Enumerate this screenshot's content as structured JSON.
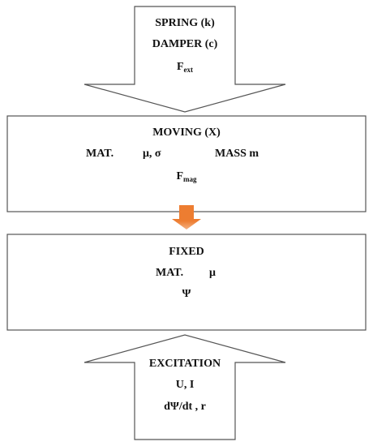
{
  "top_arrow": {
    "line1": "SPRING (k)",
    "line2": "DAMPER (c)",
    "line3_main": "F",
    "line3_sub": "ext"
  },
  "moving_box": {
    "title": "MOVING (X)",
    "mat_label": "MAT.",
    "mat_props": "μ, σ",
    "mass_label": "MASS m",
    "force_main": "F",
    "force_sub": "mag"
  },
  "fixed_box": {
    "title": "FIXED",
    "mat_label": "MAT.",
    "mat_props": "μ",
    "flux": "Ψ"
  },
  "bottom_arrow": {
    "line1": "EXCITATION",
    "line2": "U, I",
    "line3": "dΨ/dt , r"
  },
  "colors": {
    "outline": "#555555",
    "connector_arrow": "#ed7d31",
    "connector_arrow_light": "#f4b183"
  }
}
